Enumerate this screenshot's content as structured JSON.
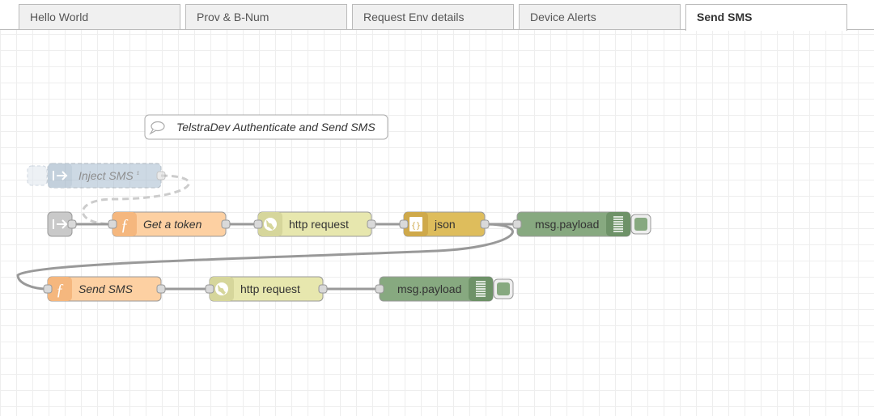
{
  "tabs": [
    {
      "label": "Hello World",
      "active": false
    },
    {
      "label": "Prov & B-Num",
      "active": false
    },
    {
      "label": "Request Env details",
      "active": false
    },
    {
      "label": "Device Alerts",
      "active": false
    },
    {
      "label": "Send SMS",
      "active": true
    }
  ],
  "flow": {
    "comment": {
      "label": "TelstraDev Authenticate and Send SMS"
    },
    "inject_disabled": {
      "label": "Inject SMS",
      "suffix": "¹"
    },
    "inject": {
      "label": ""
    },
    "get_token": {
      "label": "Get a token"
    },
    "http_request_1": {
      "label": "http request"
    },
    "json": {
      "label": "json"
    },
    "debug_1": {
      "label": "msg.payload"
    },
    "send_sms": {
      "label": "Send SMS"
    },
    "http_request_2": {
      "label": "http request"
    },
    "debug_2": {
      "label": "msg.payload"
    }
  },
  "colors": {
    "function": "#fdd0a2",
    "http_request": "#e7e7ae",
    "json": "#debd5c",
    "debug": "#87a980",
    "inject": "#a6bbcf",
    "wire": "#999999"
  },
  "icons": {
    "comment": "comment-icon",
    "inject": "arrow-in-icon",
    "function": "function-icon",
    "http_request": "globe-icon",
    "json": "json-icon",
    "debug": "debug-list-icon"
  }
}
